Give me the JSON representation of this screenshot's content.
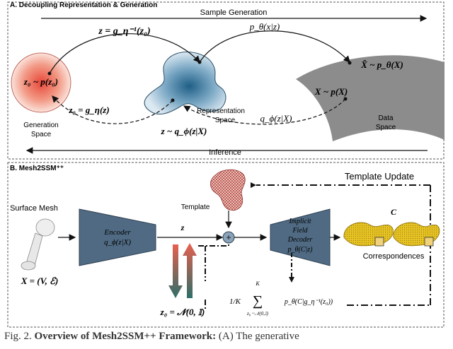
{
  "panel_a": {
    "title": "A. Decoupling Representation & Generation",
    "sample_generation": "Sample Generation",
    "inference": "Inference",
    "eq_g_inverse": "z = g_η⁻¹(z₀)",
    "eq_p_theta": "p_θ(x|z)",
    "eq_z0_prior": "z₀ ~ p(z₀)",
    "eq_z0_g": "z₀ = g_η(z)",
    "eq_z_q": "z ~ q_ϕ(z|X)",
    "eq_q_phi": "q_ϕ(z|X)",
    "eq_xhat": "X̂ ~ p_θ(X)",
    "eq_x_p": "X ~ p(X)",
    "generation_space": "Generation\nSpace",
    "generation_space_l1": "Generation",
    "generation_space_l2": "Space",
    "representation_space_l1": "Representation",
    "representation_space_l2": "Space",
    "data_space_l1": "Data",
    "data_space_l2": "Space"
  },
  "panel_b": {
    "title": "B. Mesh2SSM⁺⁺",
    "template_update": "Template Update",
    "template": "Template",
    "surface_mesh": "Surface Mesh",
    "encoder_l1": "Encoder",
    "encoder_l2": "q_ϕ(z|X)",
    "decoder_l1": "Implicit",
    "decoder_l2": "Field",
    "decoder_l3": "Decoder",
    "decoder_l4": "p_θ(C|z)",
    "z_label": "z",
    "plus": "+",
    "c_label": "C",
    "correspondences": "Correspondences",
    "x_eq": "X = (V, ℰ)",
    "z0_eq": "z₀ = 𝒩(0, 𝕀)",
    "frac": "1/K",
    "sum_top": "K",
    "sum_bottom": "z₀ ~𝒩(0,𝕀)",
    "sum_term": "p_θ(C|g_η⁻¹(z₀))"
  },
  "caption": {
    "prefix": "Fig. 2.",
    "bold": "Overview of Mesh2SSM++ Framework:",
    "rest": "(A) The generative"
  },
  "colors": {
    "generation_blob": "#e8483a",
    "representation_blob": "#2f6d92",
    "data_space": "#8c8c8c",
    "template_mesh": "#b5463e",
    "module_fill": "#4f6a82",
    "mesh_yellow": "#e6c324"
  }
}
